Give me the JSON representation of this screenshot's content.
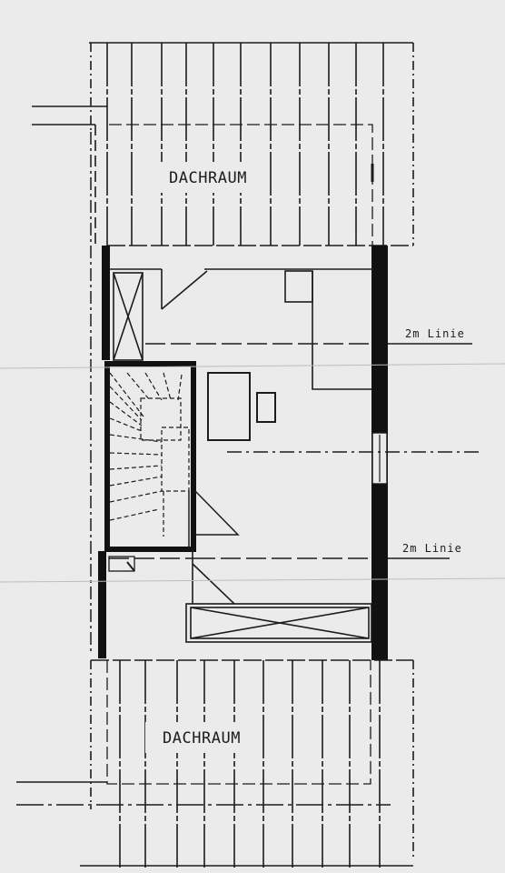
{
  "rooms": {
    "top_label": "DACHRAUM",
    "bottom_label": "DACHRAUM"
  },
  "annotations": {
    "line_upper": "2m Linie",
    "line_lower": "2m Linie"
  },
  "colors": {
    "paper": "#ebebeb",
    "ink": "#1c1c1c",
    "wall": "#111111"
  }
}
